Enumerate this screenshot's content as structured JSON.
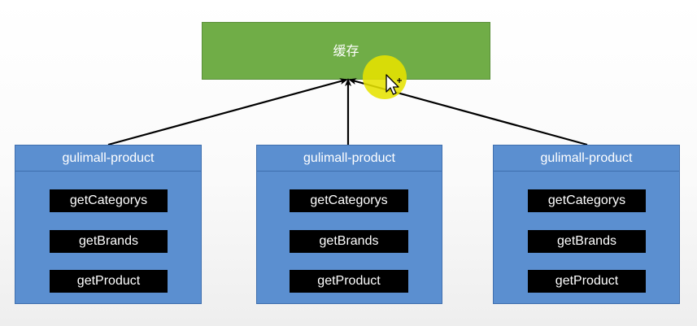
{
  "cache": {
    "label": "缓存"
  },
  "services": [
    {
      "title": "gulimall-product",
      "methods": [
        "getCategorys",
        "getBrands",
        "getProduct"
      ]
    },
    {
      "title": "gulimall-product",
      "methods": [
        "getCategorys",
        "getBrands",
        "getProduct"
      ]
    },
    {
      "title": "gulimall-product",
      "methods": [
        "getCategorys",
        "getBrands",
        "getProduct"
      ]
    }
  ],
  "colors": {
    "cache_fill": "#70ad47",
    "service_fill": "#5b8fd0",
    "method_fill": "#000000",
    "arrow": "#000000",
    "cursor_highlight": "#e6e200"
  },
  "icons": {
    "pointer": "mouse-pointer-icon"
  }
}
